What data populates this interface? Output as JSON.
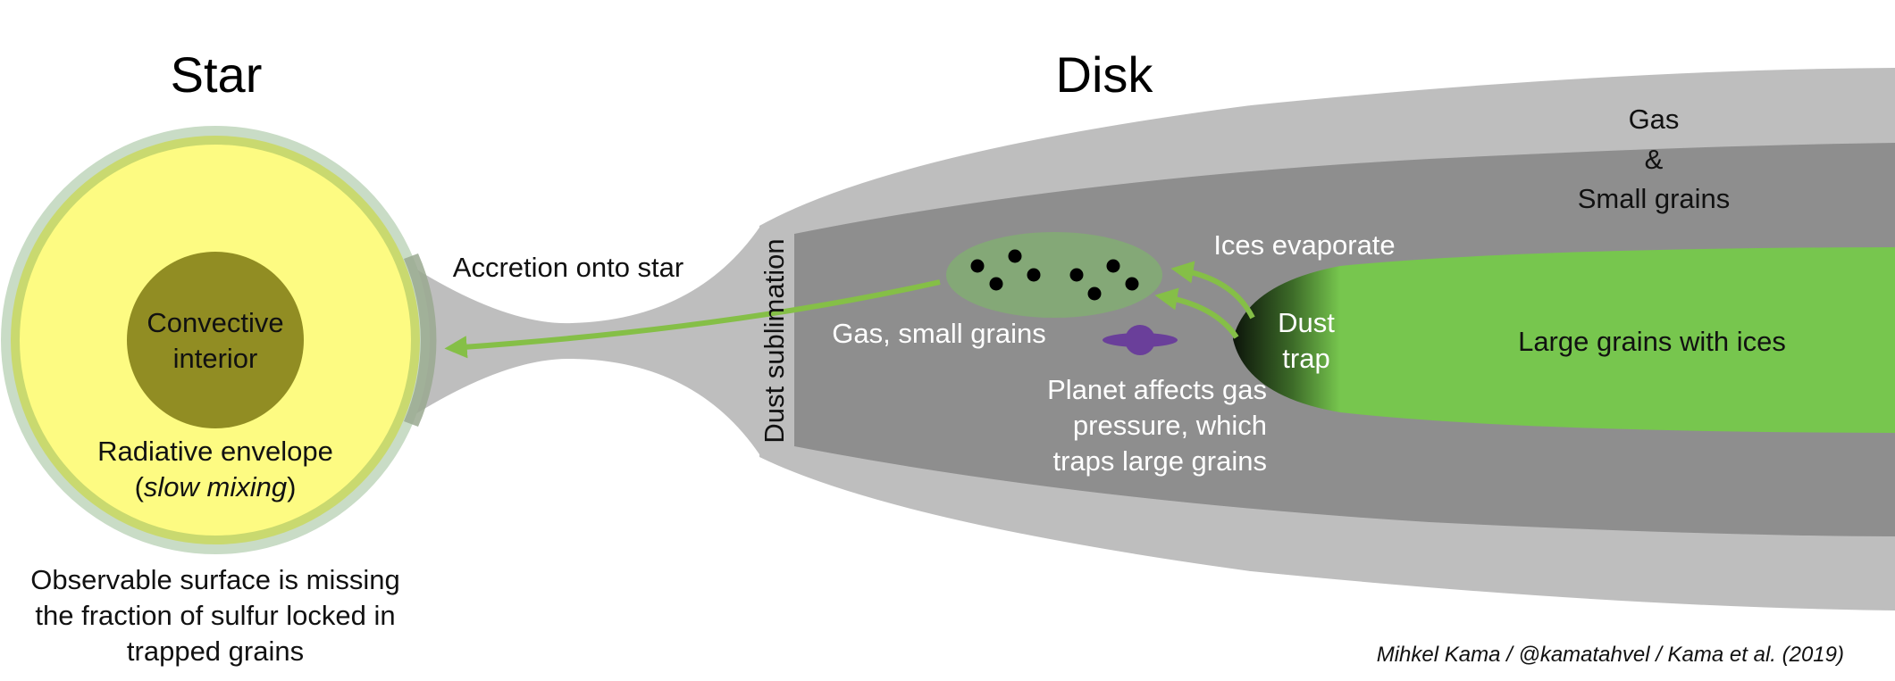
{
  "colors": {
    "star_halo": "#c9dcc6",
    "star_ring": "#c9d96f",
    "star_envelope": "#fdfb82",
    "star_core": "#918d23",
    "disk_outer": "#bebebe",
    "disk_inner": "#8e8e8e",
    "large_grains": "#77c64e",
    "dust_trap_dark": "#0c140a",
    "gas_blob": "#84a877",
    "grain_dot": "#000000",
    "arrow": "#85bf47",
    "planet": "#6a3f9a"
  },
  "titles": {
    "star": "Star",
    "disk": "Disk"
  },
  "star": {
    "core_label": [
      "Convective",
      "interior"
    ],
    "envelope_label_line1": "Radiative envelope",
    "envelope_label_open": "(",
    "envelope_label_italic": "slow mixing",
    "envelope_label_close": ")",
    "caption": [
      "Observable surface is missing",
      "the fraction of sulfur locked in",
      "trapped grains"
    ]
  },
  "labels": {
    "accretion": "Accretion onto star",
    "dust_sublimation": "Dust sublimation",
    "gas_small_grains": "Gas, small grains",
    "ices_evaporate": "Ices evaporate",
    "dust_trap": [
      "Dust",
      "trap"
    ],
    "planet_note": [
      "Planet affects gas",
      "pressure, which",
      "traps large grains"
    ],
    "gas_layer": [
      "Gas",
      "&",
      "Small grains"
    ],
    "large_grains": "Large grains with ices"
  },
  "gas_blob_grain_count": 8,
  "credit": "Mihkel Kama / @kamatahvel / Kama et al. (2019)"
}
